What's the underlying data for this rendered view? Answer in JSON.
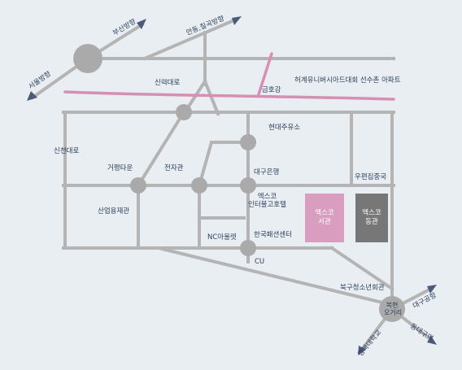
{
  "colors": {
    "background": "#e9eef2",
    "road": "#b4b4b4",
    "node": "#aaaaaa",
    "pink_road": "#d68fb4",
    "label": "#2c3f5c",
    "arrow": "#4a5a78",
    "exco_west": "#d99ebf",
    "exco_east": "#777777"
  },
  "labels": {
    "busan": "부산방향",
    "seoul": "서울방향",
    "andong": "안동,칠곡방향",
    "sinryeok": "신력대로",
    "geumho": "금호강",
    "riverside": "허계유니버시아드대회 선수촌 아파트",
    "hyundai_oil": "현대주유소",
    "sincheon": "신천대로",
    "geopyeong": "거평타운",
    "jeonja": "전자관",
    "daegu_bank": "대구은행",
    "post": "우편집중국",
    "sanup": "산업용재관",
    "inter_hotel": "엑스코\n인터불고호텔",
    "nc_outlet": "NC아울렛",
    "fashion": "한국패션센터",
    "cu": "CU",
    "youth_center": "북구청소년회관",
    "bokhyeon": "복현\n오거리",
    "daegu_airport": "대구공항",
    "donggu": "동대구역",
    "kyungpook": "경북대학교"
  },
  "buildings": {
    "exco_west": "엑스코\n서관",
    "exco_east": "엑스코\n동관"
  },
  "icons": {
    "direction_arrow": "triangle-arrow-icon",
    "junction": "junction-circle-icon"
  }
}
